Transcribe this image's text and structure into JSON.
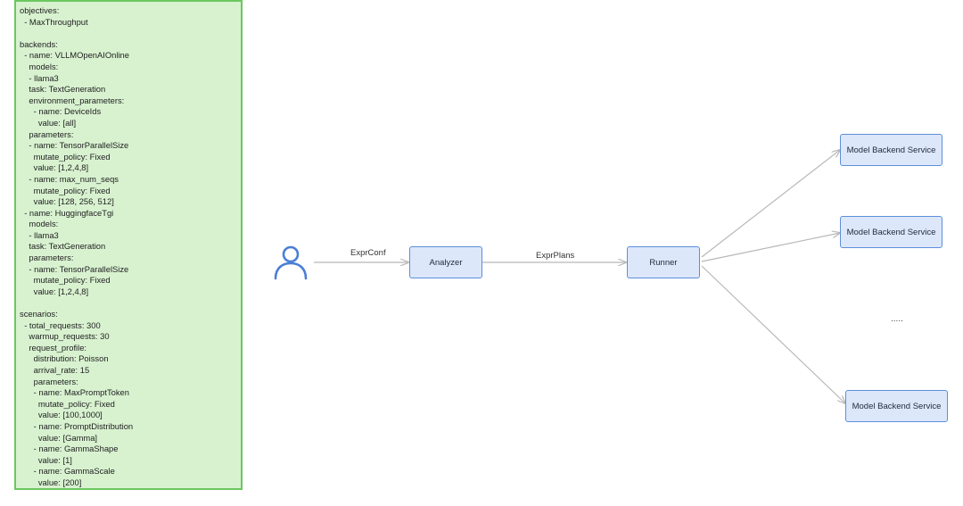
{
  "config": {
    "lines": [
      "objectives:",
      "  - MaxThroughput",
      "",
      "backends:",
      "  - name: VLLMOpenAIOnline",
      "    models:",
      "    - llama3",
      "    task: TextGeneration",
      "    environment_parameters:",
      "      - name: DeviceIds",
      "        value: [all]",
      "    parameters:",
      "    - name: TensorParallelSize",
      "      mutate_policy: Fixed",
      "      value: [1,2,4,8]",
      "    - name: max_num_seqs",
      "      mutate_policy: Fixed",
      "      value: [128, 256, 512]",
      "  - name: HuggingfaceTgi",
      "    models:",
      "    - llama3",
      "    task: TextGeneration",
      "    parameters:",
      "    - name: TensorParallelSize",
      "      mutate_policy: Fixed",
      "      value: [1,2,4,8]",
      "",
      "scenarios:",
      "  - total_requests: 300",
      "    warmup_requests: 30",
      "    request_profile:",
      "      distribution: Poisson",
      "      arrival_rate: 15",
      "      parameters:",
      "      - name: MaxPromptToken",
      "        mutate_policy: Fixed",
      "        value: [100,1000]",
      "      - name: PromptDistribution",
      "        value: [Gamma]",
      "      - name: GammaShape",
      "        value: [1]",
      "      - name: GammaScale",
      "        value: [200]"
    ]
  },
  "nodes": {
    "analyzer": "Analyzer",
    "runner": "Runner",
    "backend_1": "Model Backend Service",
    "backend_2": "Model Backend Service",
    "backend_3": "Model Backend Service"
  },
  "edges": {
    "user_to_analyzer": "ExprConf",
    "analyzer_to_runner": "ExprPlans"
  },
  "ellipsis": ".....",
  "colors": {
    "panel_fill": "#d8f2d0",
    "panel_border": "#6cc660",
    "node_fill": "#dde7fa",
    "node_border": "#5b8fd9",
    "user_icon": "#4a7fd4",
    "arrow": "#b8b8b8"
  }
}
